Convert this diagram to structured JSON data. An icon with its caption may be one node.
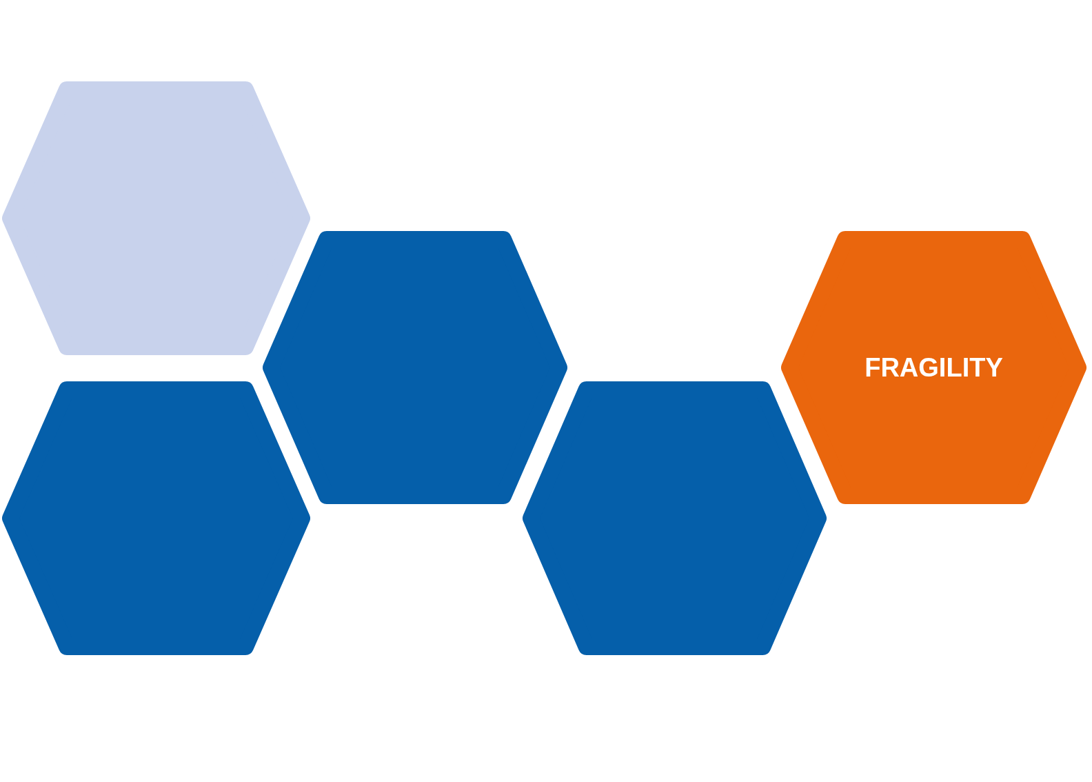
{
  "diagram": {
    "nodes": [
      {
        "text": [],
        "shape": "hexagon"
      },
      {
        "text": [],
        "shape": "hexagon"
      },
      {
        "text": [],
        "shape": "hexagon"
      },
      {
        "text": [],
        "shape": "hexagon"
      },
      {
        "text": [
          "FRAGILITY"
        ]
      }
    ]
  }
}
